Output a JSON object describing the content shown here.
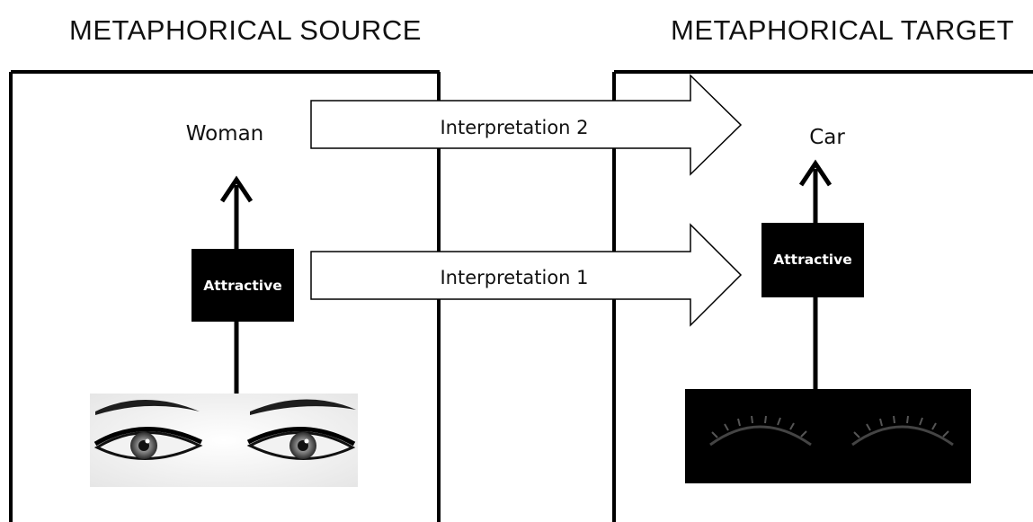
{
  "headings": {
    "source": "METAPHORICAL SOURCE",
    "target": "METAPHORICAL TARGET"
  },
  "source": {
    "top_label": "Woman",
    "box_label": "Attractive",
    "image_icon": "eyes-photo-icon"
  },
  "target": {
    "top_label": "Car",
    "box_label": "Attractive",
    "image_icon": "car-headlights-icon"
  },
  "arrows": {
    "upper_label": "Interpretation 2",
    "lower_label": "Interpretation 1"
  },
  "colors": {
    "line": "#000000",
    "box_fill": "#000000",
    "box_text": "#ffffff",
    "background": "#ffffff"
  }
}
